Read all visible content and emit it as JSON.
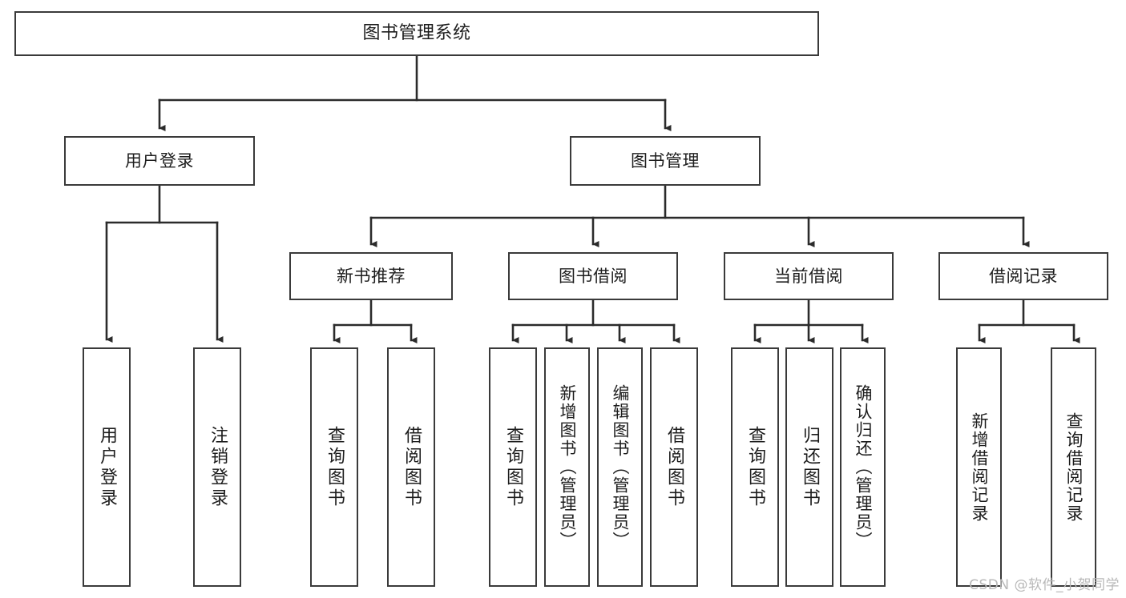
{
  "diagram": {
    "title": "图书管理系统",
    "type": "hierarchy-tree",
    "watermark": "CSDN @软件_小贺同学",
    "colors": {
      "border": "#3a3a3a",
      "text": "#1d1d1d",
      "background": "#ffffff",
      "edge": "#2b2b2b",
      "watermark": "#b8b8b8"
    },
    "levels": {
      "root": {
        "label": "图书管理系统"
      },
      "level1": [
        {
          "label": "用户登录"
        },
        {
          "label": "图书管理"
        }
      ],
      "level2": [
        {
          "label": "新书推荐"
        },
        {
          "label": "图书借阅"
        },
        {
          "label": "当前借阅"
        },
        {
          "label": "借阅记录"
        }
      ],
      "leaves": {
        "user_login": [
          {
            "label": "用户登录"
          },
          {
            "label": "注销登录"
          }
        ],
        "new_book_recommend": [
          {
            "label": "查询图书"
          },
          {
            "label": "借阅图书"
          }
        ],
        "book_borrow": [
          {
            "label": "查询图书"
          },
          {
            "label": "新增图书（管理员）"
          },
          {
            "label": "编辑图书（管理员）"
          },
          {
            "label": "借阅图书"
          }
        ],
        "current_borrow": [
          {
            "label": "查询图书"
          },
          {
            "label": "归还图书"
          },
          {
            "label": "确认归还（管理员）"
          }
        ],
        "borrow_record": [
          {
            "label": "新增借阅记录"
          },
          {
            "label": "查询借阅记录"
          }
        ]
      }
    }
  }
}
